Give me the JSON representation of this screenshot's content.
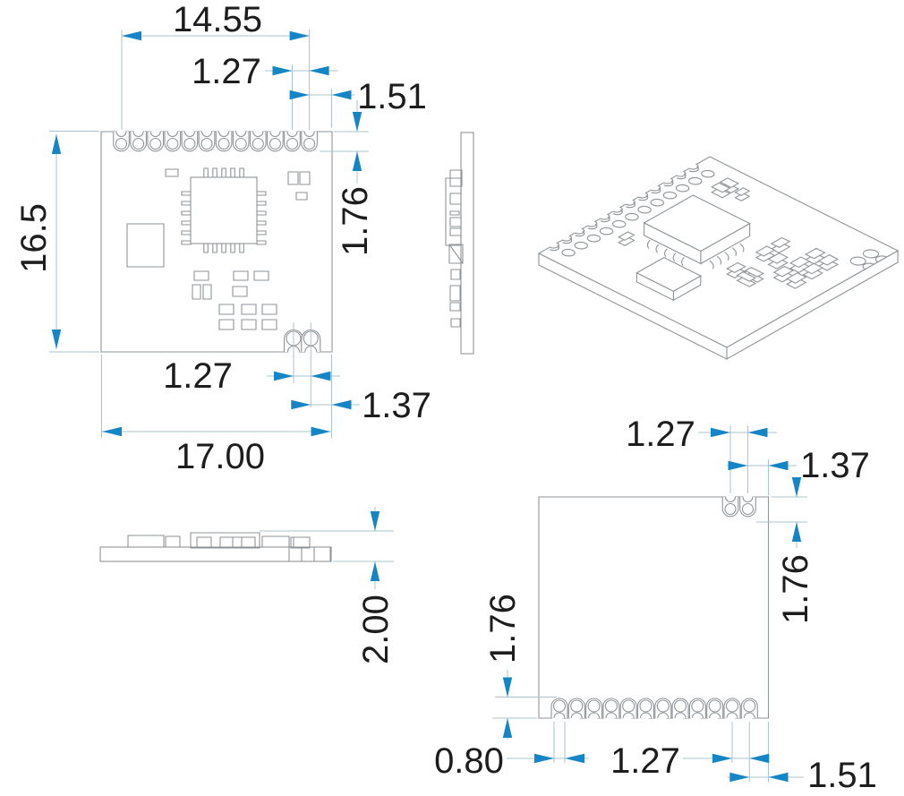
{
  "colors": {
    "arrow": "#1585c5",
    "dimline": "#a9c4ce",
    "outline": "#8f9498",
    "label": "#1d1d1d",
    "bg": "#ffffff"
  },
  "drawing": {
    "top_view": {
      "dims": {
        "pin_row_span": "14.55",
        "pin_pitch": "1.27",
        "last_pin_to_edge": "1.51",
        "board_height": "16.5",
        "pin_length": "1.76",
        "bottom_pin_pitch": "1.27",
        "bottom_pin_to_edge": "1.37",
        "board_width": "17.00"
      }
    },
    "edge_view": {
      "dims": {
        "module_thickness": "2.00"
      }
    },
    "bottom_view": {
      "dims": {
        "top_pin_pitch": "1.27",
        "top_pin_to_edge": "1.37",
        "top_pin_length": "1.76",
        "bottom_pin_length": "1.76",
        "castellation_hole": "0.80",
        "bottom_pin_pitch": "1.27",
        "bottom_pin_to_edge": "1.51"
      }
    }
  }
}
